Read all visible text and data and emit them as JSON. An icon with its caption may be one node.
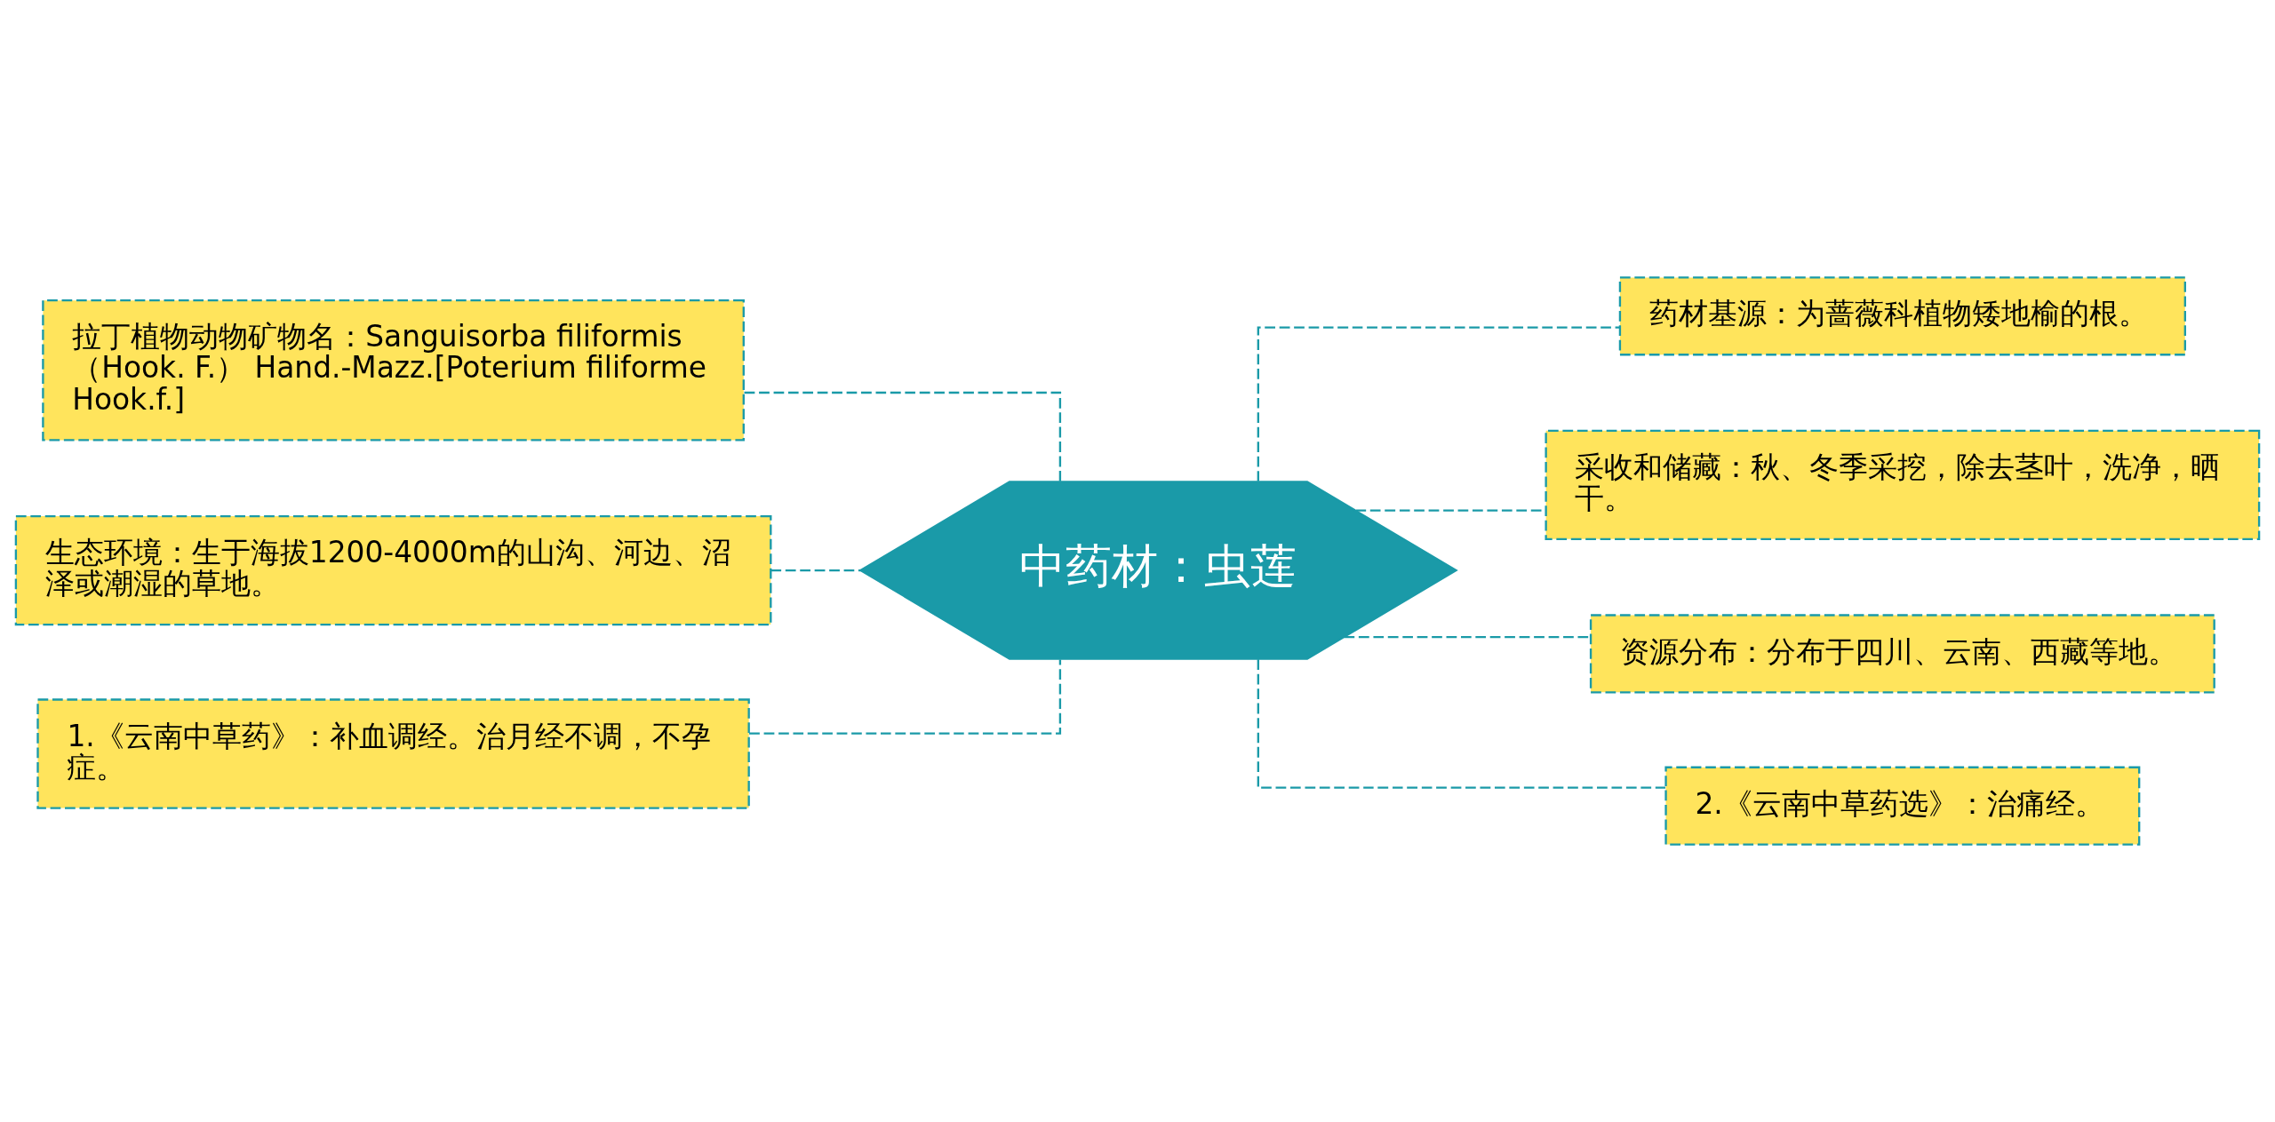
{
  "diagram": {
    "nodes": [
      {
        "text": [
          "中药材：虫莲"
        ]
      },
      {
        "text": [
          "拉丁植物动物矿物名：Sanguisorba filiformis （Hook. F.） Hand.-Mazz.[Poterium filiforme Hook.f.]"
        ]
      },
      {
        "text": [
          "生态环境：生于海拔1200-4000m的山沟、河边、沼泽或潮湿的草地。"
        ]
      },
      {
        "text": [
          "1.《云南中草药》：补血调经。治月经不调，不孕症。"
        ]
      },
      {
        "text": [
          "药材基源：为蔷薇科植物矮地榆的根。"
        ]
      },
      {
        "text": [
          "采收和储藏：秋、冬季采挖，除去茎叶，洗净，晒干。"
        ]
      },
      {
        "text": [
          "资源分布：分布于四川、云南、西藏等地。"
        ]
      },
      {
        "text": [
          "2.《云南中草药选》：治痛经。"
        ]
      }
    ],
    "edges": [
      {
        "from": 0,
        "to": 1,
        "arrow": "none",
        "style": "dashed"
      },
      {
        "from": 0,
        "to": 2,
        "arrow": "none",
        "style": "dashed"
      },
      {
        "from": 0,
        "to": 3,
        "arrow": "none",
        "style": "dashed"
      },
      {
        "from": 0,
        "to": 4,
        "arrow": "none",
        "style": "dashed"
      },
      {
        "from": 0,
        "to": 5,
        "arrow": "none",
        "style": "dashed"
      },
      {
        "from": 0,
        "to": 6,
        "arrow": "none",
        "style": "dashed"
      },
      {
        "from": 0,
        "to": 7,
        "arrow": "none",
        "style": "dashed"
      }
    ]
  }
}
